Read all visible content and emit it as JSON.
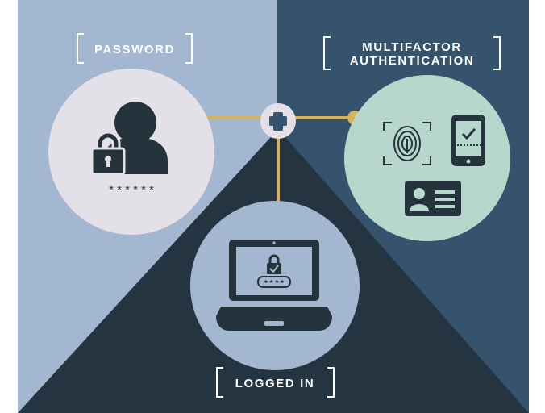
{
  "labels": {
    "password": "PASSWORD",
    "mfa_line1": "MULTIFACTOR",
    "mfa_line2": "AUTHENTICATION",
    "logged_in": "LOGGED IN",
    "masked_password": "* * * * * *",
    "laptop_pin": "* * * *"
  },
  "colors": {
    "left_panel": "#a4b7d1",
    "right_panel": "#35536c",
    "center_panel": "#243440",
    "connector": "#d8b158",
    "password_circle": "#e3e0e7",
    "mfa_circle": "#b7d6cc",
    "laptop_circle": "#a4b7d1",
    "dark_icon": "#25333d",
    "label_text": "#ffffff"
  },
  "icons": {
    "password": "user-with-lock-icon",
    "plus": "plus-icon",
    "fingerprint": "fingerprint-icon",
    "phone": "smartphone-check-icon",
    "id_card": "id-card-icon",
    "laptop": "laptop-lock-icon",
    "arrow": "arrow-down-icon"
  }
}
